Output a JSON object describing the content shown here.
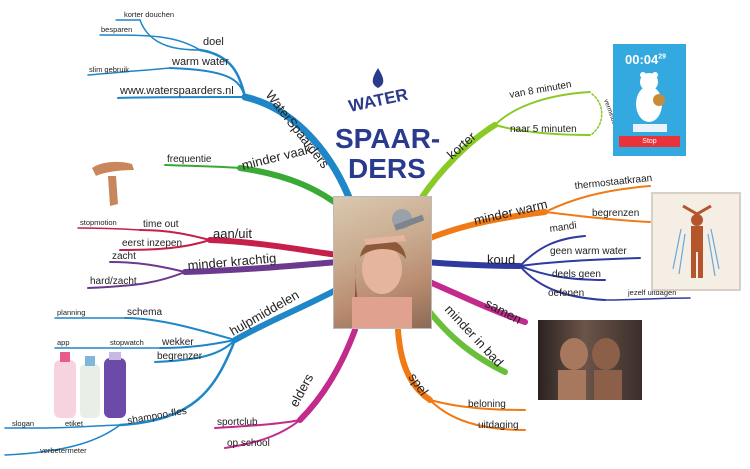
{
  "center": {
    "image": "girl-under-shower-photo"
  },
  "logo": {
    "text_1": "WATER",
    "text_2": "SPAAR-",
    "text_3": "DERS",
    "color": "#2a3a8c"
  },
  "timer_widget": {
    "time": "00:04",
    "fraction": "29",
    "stop_label": "Stop",
    "bg": "#33a9e0",
    "button_color": "#e8333b"
  },
  "branches": {
    "watersparders": {
      "label": "WaterSpaarders",
      "color": "#1f86c8",
      "doel": "doel",
      "korter_douchen": "korter douchen",
      "besparen": "besparen",
      "warm_water": "warm water",
      "slim_gebruik": "slim gebruik",
      "url": "www.waterspaarders.nl"
    },
    "minder_vaak": {
      "label": "minder vaak",
      "color": "#3aa935",
      "frequentie": "frequentie"
    },
    "aan_uit": {
      "label": "aan/uit",
      "color": "#c51f4a",
      "time_out": "time out",
      "stopmotion": "stopmotion",
      "eerst_inzepen": "eerst inzepen"
    },
    "minder_krachtig": {
      "label": "minder krachtig",
      "color": "#6b3a8f",
      "zacht": "zacht",
      "hard_zacht": "hard/zacht"
    },
    "hulpmiddelen": {
      "label": "hulpmiddelen",
      "color": "#1f86c8",
      "schema": "schema",
      "planning": "planning",
      "wekker": "wekker",
      "app": "app",
      "stopwatch": "stopwatch",
      "begrenzer": "begrenzer",
      "shampoo_fles": "shampoo-fles",
      "etiket": "etiket",
      "slogan": "slogan",
      "verbetermeter": "verbetermeter"
    },
    "elders": {
      "label": "elders",
      "color": "#c22a8c",
      "sportclub": "sportclub",
      "op_school": "op school"
    },
    "korter": {
      "label": "korter",
      "color": "#8ac926",
      "van_8": "van 8 minuten",
      "vermindren": "verminderen",
      "naar_5": "naar 5 minuten"
    },
    "minder_warm": {
      "label": "minder warm",
      "color": "#f07b16",
      "thermostaatkraan": "thermostaatkraan",
      "begrenzen": "begrenzen"
    },
    "koud": {
      "label": "koud",
      "color": "#2f3a9e",
      "mandi": "mandi",
      "geen_warm_water": "geen warm water",
      "deels_geen": "deels geen",
      "oefenen": "oefenen",
      "jezelf_uitdagen": "jezelf uitdagen"
    },
    "samen": {
      "label": "samen",
      "color": "#c22a8c"
    },
    "minder_in_bad": {
      "label": "minder in bad",
      "color": "#6abf3a"
    },
    "spel": {
      "label": "spel",
      "color": "#f07b16",
      "beloning": "beloning",
      "uitdaging": "uitdaging"
    }
  }
}
